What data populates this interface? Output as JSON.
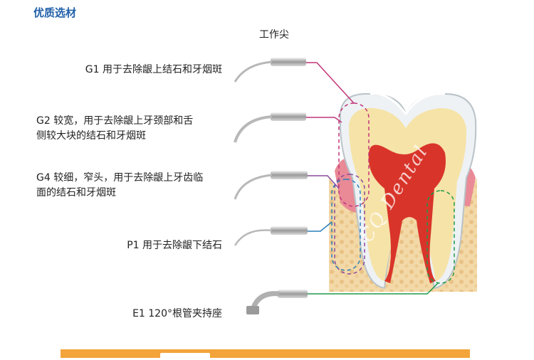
{
  "header": {
    "title": "优质选材"
  },
  "section": {
    "title": "工作尖"
  },
  "tips": [
    {
      "code": "G1",
      "line1": "G1 用于去除龈上结石和牙烟斑",
      "line2": ""
    },
    {
      "code": "G2",
      "line1": "G2 较宽，用于去除龈上牙颈部和舌",
      "line2": "侧较大块的结石和牙烟斑"
    },
    {
      "code": "G4",
      "line1": "G4 较细，窄头，用于去除龈上牙齿临",
      "line2": "面的结石和牙烟斑"
    },
    {
      "code": "P1",
      "line1": "P1 用于去除龈下结石",
      "line2": ""
    },
    {
      "code": "E1",
      "line1": "E1 120°根管夹持座",
      "line2": ""
    }
  ],
  "watermark": {
    "text": "CQ Dental"
  },
  "colors": {
    "header": "#1f5fa8",
    "g1_leader": "#c2357a",
    "g2_leader": "#c2357a",
    "g4_leader": "#8a4a9c",
    "p1_leader": "#2a7fb8",
    "e1_leader": "#1f9a4a",
    "enamel": "#eef2f4",
    "dentin": "#f6e3a8",
    "pulp": "#d9342a",
    "gum": "#e98a96",
    "bone": "#f1d6a6",
    "footer": "#f3a43a"
  }
}
